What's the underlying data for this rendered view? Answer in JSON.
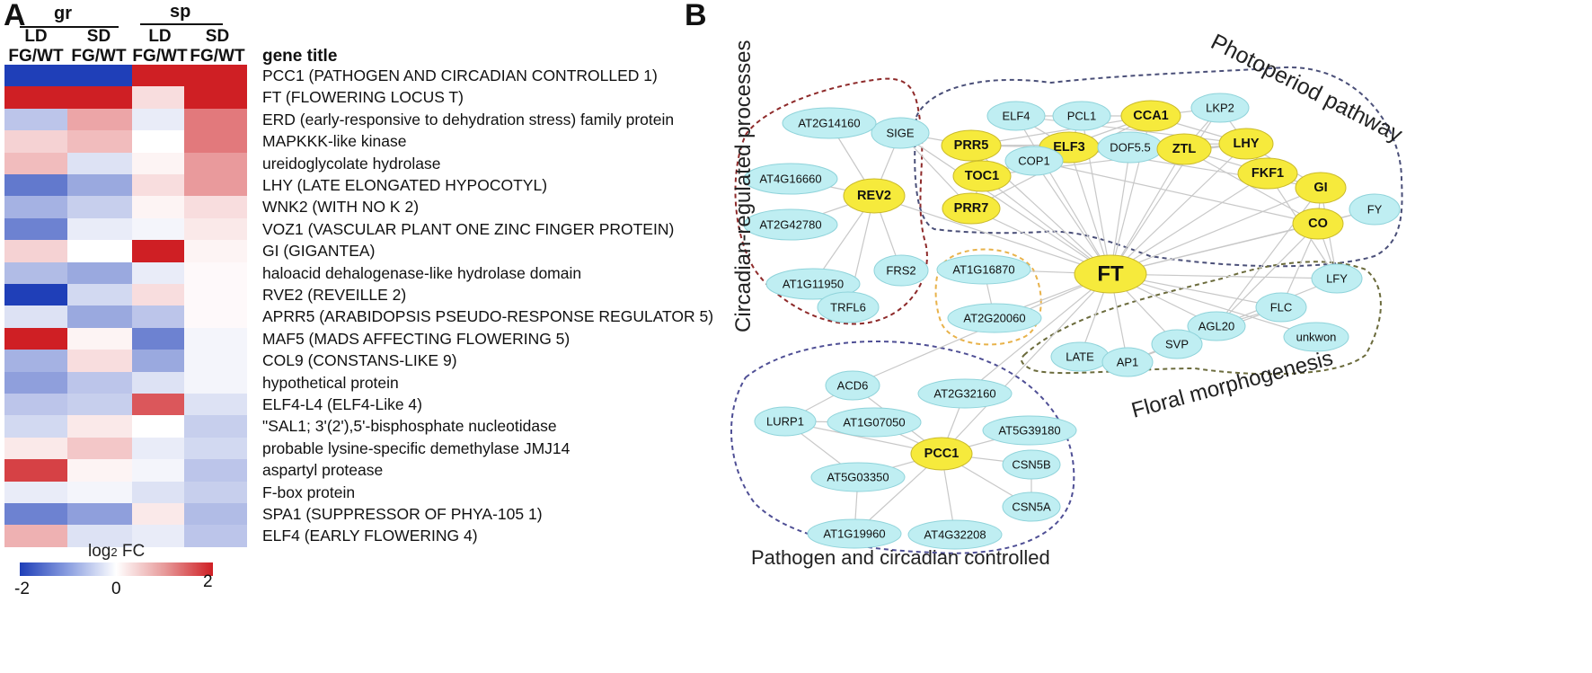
{
  "panel_a": {
    "letter": "A",
    "group_labels": [
      "gr",
      "sp"
    ],
    "columns": [
      {
        "line1": "LD",
        "line2": "FG/WT"
      },
      {
        "line1": "SD",
        "line2": "FG/WT"
      },
      {
        "line1": "LD",
        "line2": "FG/WT"
      },
      {
        "line1": "SD",
        "line2": "FG/WT"
      }
    ],
    "gene_title_header": "gene title",
    "genes": [
      "PCC1 (PATHOGEN AND CIRCADIAN CONTROLLED 1)",
      "FT (FLOWERING LOCUS T)",
      "ERD (early-responsive to dehydration stress) family protein",
      "MAPKKK-like kinase",
      "ureidoglycolate hydrolase",
      "LHY (LATE ELONGATED HYPOCOTYL)",
      "WNK2 (WITH NO K 2)",
      "VOZ1 (VASCULAR PLANT ONE ZINC FINGER PROTEIN)",
      "GI (GIGANTEA)",
      "haloacid dehalogenase-like hydrolase domain",
      "RVE2 (REVEILLE 2)",
      "APRR5 (ARABIDOPSIS PSEUDO-RESPONSE REGULATOR 5)",
      "MAF5 (MADS AFFECTING FLOWERING 5)",
      "COL9 (CONSTANS-LIKE 9)",
      "hypothetical protein",
      "ELF4-L4 (ELF4-Like 4)",
      "\"SAL1; 3'(2'),5'-bisphosphate nucleotidase",
      "probable lysine-specific demethylase JMJ14",
      "aspartyl protease",
      "F-box protein",
      "SPA1 (SUPPRESSOR OF PHYA-105 1)",
      "ELF4 (EARLY FLOWERING 4)"
    ],
    "heatmap_values": [
      [
        -2.0,
        -2.0,
        2.0,
        2.0
      ],
      [
        2.0,
        2.0,
        0.3,
        2.0
      ],
      [
        -0.6,
        0.8,
        -0.2,
        1.2
      ],
      [
        0.4,
        0.6,
        0.0,
        1.2
      ],
      [
        0.6,
        -0.3,
        0.1,
        0.9
      ],
      [
        -1.4,
        -0.9,
        0.3,
        0.9
      ],
      [
        -0.8,
        -0.5,
        0.1,
        0.3
      ],
      [
        -1.3,
        -0.2,
        -0.1,
        0.2
      ],
      [
        0.4,
        0.0,
        2.0,
        0.1
      ],
      [
        -0.7,
        -0.9,
        -0.2,
        0.05
      ],
      [
        -2.0,
        -0.4,
        0.3,
        0.05
      ],
      [
        -0.3,
        -0.9,
        -0.6,
        0.05
      ],
      [
        2.0,
        0.1,
        -1.3,
        -0.1
      ],
      [
        -0.8,
        0.3,
        -0.9,
        -0.1
      ],
      [
        -1.0,
        -0.6,
        -0.3,
        -0.1
      ],
      [
        -0.6,
        -0.5,
        1.5,
        -0.3
      ],
      [
        -0.4,
        0.2,
        0.0,
        -0.5
      ],
      [
        0.2,
        0.5,
        -0.2,
        -0.4
      ],
      [
        1.7,
        0.1,
        -0.1,
        -0.6
      ],
      [
        -0.2,
        -0.1,
        -0.3,
        -0.5
      ],
      [
        -1.3,
        -1.0,
        0.2,
        -0.7
      ],
      [
        0.7,
        -0.3,
        -0.2,
        -0.6
      ]
    ],
    "legend": {
      "title_prefix": "log",
      "title_sub": "2",
      "title_suffix": " FC",
      "ticks": [
        "-2",
        "0",
        "2"
      ]
    }
  },
  "panel_b": {
    "letter": "B",
    "cluster_labels": {
      "circadian": "Circadian-regulated processes",
      "photoperiod": "Photoperiod pathway",
      "floral": "Floral morphogenesis",
      "pathogen": "Pathogen and circadian controlled"
    },
    "colors": {
      "hub": "#f6ea3c",
      "node": "#bfeef2",
      "edge": "#c8c8c8"
    },
    "nodes": [
      {
        "id": "FT",
        "label": "FT",
        "hub": true
      },
      {
        "id": "REV2",
        "label": "REV2",
        "hub": true
      },
      {
        "id": "PCC1",
        "label": "PCC1",
        "hub": true
      },
      {
        "id": "SIGE",
        "label": "SIGE"
      },
      {
        "id": "AT2G14160",
        "label": "AT2G14160"
      },
      {
        "id": "AT4G16660",
        "label": "AT4G16660"
      },
      {
        "id": "AT2G42780",
        "label": "AT2G42780"
      },
      {
        "id": "AT1G11950",
        "label": "AT1G11950"
      },
      {
        "id": "FRS2",
        "label": "FRS2"
      },
      {
        "id": "TRFL6",
        "label": "TRFL6"
      },
      {
        "id": "ELF4",
        "label": "ELF4"
      },
      {
        "id": "PCL1",
        "label": "PCL1"
      },
      {
        "id": "CCA1",
        "label": "CCA1",
        "hub": true
      },
      {
        "id": "LKP2",
        "label": "LKP2"
      },
      {
        "id": "PRR5",
        "label": "PRR5",
        "hub": true
      },
      {
        "id": "ELF3",
        "label": "ELF3",
        "hub": true
      },
      {
        "id": "DOF5.5",
        "label": "DOF5.5"
      },
      {
        "id": "ZTL",
        "label": "ZTL",
        "hub": true
      },
      {
        "id": "LHY",
        "label": "LHY",
        "hub": true
      },
      {
        "id": "COP1",
        "label": "COP1"
      },
      {
        "id": "TOC1",
        "label": "TOC1",
        "hub": true
      },
      {
        "id": "FKF1",
        "label": "FKF1",
        "hub": true
      },
      {
        "id": "GI",
        "label": "GI",
        "hub": true
      },
      {
        "id": "PRR7",
        "label": "PRR7",
        "hub": true
      },
      {
        "id": "CO",
        "label": "CO",
        "hub": true
      },
      {
        "id": "FY",
        "label": "FY"
      },
      {
        "id": "AT1G16870",
        "label": "AT1G16870"
      },
      {
        "id": "AT2G20060",
        "label": "AT2G20060"
      },
      {
        "id": "LFY",
        "label": "LFY"
      },
      {
        "id": "FLC",
        "label": "FLC"
      },
      {
        "id": "AGL20",
        "label": "AGL20"
      },
      {
        "id": "unkwon",
        "label": "unkwon"
      },
      {
        "id": "LATE",
        "label": "LATE"
      },
      {
        "id": "AP1",
        "label": "AP1"
      },
      {
        "id": "SVP",
        "label": "SVP"
      },
      {
        "id": "ACD6",
        "label": "ACD6"
      },
      {
        "id": "AT2G32160",
        "label": "AT2G32160"
      },
      {
        "id": "LURP1",
        "label": "LURP1"
      },
      {
        "id": "AT1G07050",
        "label": "AT1G07050"
      },
      {
        "id": "AT5G39180",
        "label": "AT5G39180"
      },
      {
        "id": "CSN5B",
        "label": "CSN5B"
      },
      {
        "id": "AT5G03350",
        "label": "AT5G03350"
      },
      {
        "id": "CSN5A",
        "label": "CSN5A"
      },
      {
        "id": "AT1G19960",
        "label": "AT1G19960"
      },
      {
        "id": "AT4G32208",
        "label": "AT4G32208"
      }
    ],
    "edges": [
      [
        "REV2",
        "SIGE"
      ],
      [
        "REV2",
        "AT2G14160"
      ],
      [
        "REV2",
        "AT4G16660"
      ],
      [
        "REV2",
        "AT2G42780"
      ],
      [
        "REV2",
        "AT1G11950"
      ],
      [
        "REV2",
        "FRS2"
      ],
      [
        "REV2",
        "TRFL6"
      ],
      [
        "REV2",
        "FT"
      ],
      [
        "FT",
        "SIGE"
      ],
      [
        "FT",
        "PRR7"
      ],
      [
        "FT",
        "TOC1"
      ],
      [
        "FT",
        "COP1"
      ],
      [
        "FT",
        "ELF3"
      ],
      [
        "FT",
        "DOF5.5"
      ],
      [
        "FT",
        "ZTL"
      ],
      [
        "FT",
        "LHY"
      ],
      [
        "FT",
        "FKF1"
      ],
      [
        "FT",
        "GI"
      ],
      [
        "FT",
        "CO"
      ],
      [
        "FT",
        "FY"
      ],
      [
        "FT",
        "PRR5"
      ],
      [
        "FT",
        "ELF4"
      ],
      [
        "FT",
        "PCL1"
      ],
      [
        "FT",
        "CCA1"
      ],
      [
        "FT",
        "LKP2"
      ],
      [
        "FT",
        "LFY"
      ],
      [
        "FT",
        "FLC"
      ],
      [
        "FT",
        "AGL20"
      ],
      [
        "FT",
        "LATE"
      ],
      [
        "FT",
        "AP1"
      ],
      [
        "FT",
        "SVP"
      ],
      [
        "FT",
        "unkwon"
      ],
      [
        "FT",
        "AT1G16870"
      ],
      [
        "FT",
        "AT2G20060"
      ],
      [
        "FT",
        "PCC1"
      ],
      [
        "FT",
        "ACD6"
      ],
      [
        "FT",
        "AT2G32160"
      ],
      [
        "PCC1",
        "ACD6"
      ],
      [
        "PCC1",
        "AT2G32160"
      ],
      [
        "PCC1",
        "LURP1"
      ],
      [
        "PCC1",
        "AT1G07050"
      ],
      [
        "PCC1",
        "AT5G39180"
      ],
      [
        "PCC1",
        "CSN5B"
      ],
      [
        "PCC1",
        "AT5G03350"
      ],
      [
        "PCC1",
        "CSN5A"
      ],
      [
        "PCC1",
        "AT1G19960"
      ],
      [
        "PCC1",
        "AT4G32208"
      ],
      [
        "LURP1",
        "AT1G07050"
      ],
      [
        "LURP1",
        "AT5G03350"
      ],
      [
        "LURP1",
        "ACD6"
      ],
      [
        "AT1G19960",
        "AT5G03350"
      ],
      [
        "CSN5B",
        "CSN5A"
      ],
      [
        "AT1G16870",
        "AT2G20060"
      ],
      [
        "ELF4",
        "PCL1"
      ],
      [
        "PCL1",
        "CCA1"
      ],
      [
        "CCA1",
        "LKP2"
      ],
      [
        "PRR5",
        "ELF3"
      ],
      [
        "ELF3",
        "DOF5.5"
      ],
      [
        "DOF5.5",
        "ZTL"
      ],
      [
        "ZTL",
        "LHY"
      ],
      [
        "TOC1",
        "COP1"
      ],
      [
        "COP1",
        "ELF3"
      ],
      [
        "PRR5",
        "TOC1"
      ],
      [
        "TOC1",
        "PRR7"
      ],
      [
        "ZTL",
        "FKF1"
      ],
      [
        "FKF1",
        "GI"
      ],
      [
        "GI",
        "CO"
      ],
      [
        "LHY",
        "CCA1"
      ],
      [
        "LKP2",
        "ZTL"
      ],
      [
        "LKP2",
        "FKF1"
      ],
      [
        "ELF4",
        "ELF3"
      ],
      [
        "CCA1",
        "TOC1"
      ],
      [
        "LHY",
        "TOC1"
      ],
      [
        "PRR5",
        "CCA1"
      ],
      [
        "PRR7",
        "CCA1"
      ],
      [
        "ZTL",
        "CO"
      ],
      [
        "LHY",
        "GI"
      ],
      [
        "CO",
        "FY"
      ],
      [
        "COP1",
        "CO"
      ],
      [
        "ELF3",
        "GI"
      ],
      [
        "PRR5",
        "LHY"
      ],
      [
        "PCL1",
        "ELF3"
      ],
      [
        "ELF4",
        "LHY"
      ],
      [
        "SIGE",
        "PRR5"
      ],
      [
        "SIGE",
        "PRR7"
      ],
      [
        "CO",
        "LFY"
      ],
      [
        "CO",
        "AGL20"
      ],
      [
        "CO",
        "FLC"
      ],
      [
        "GI",
        "LFY"
      ],
      [
        "LFY",
        "AP1"
      ],
      [
        "FLC",
        "AGL20"
      ],
      [
        "AGL20",
        "SVP"
      ],
      [
        "SVP",
        "AP1"
      ],
      [
        "LATE",
        "AP1"
      ],
      [
        "FLC",
        "SVP"
      ],
      [
        "FKF1",
        "LFY"
      ],
      [
        "GI",
        "AGL20"
      ]
    ]
  }
}
